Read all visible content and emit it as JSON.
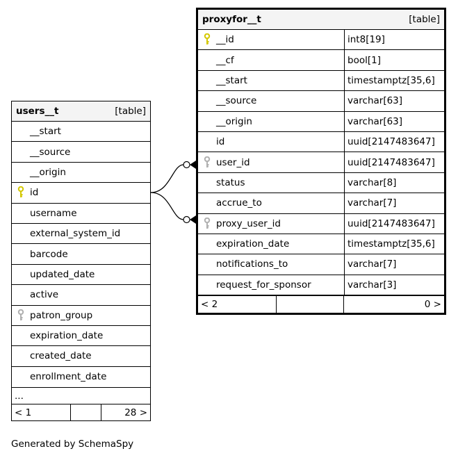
{
  "users_table": {
    "name": "users__t",
    "type": "[table]",
    "columns": [
      {
        "name": "__start",
        "key": ""
      },
      {
        "name": "__source",
        "key": ""
      },
      {
        "name": "__origin",
        "key": ""
      },
      {
        "name": "id",
        "key": "primary"
      },
      {
        "name": "username",
        "key": ""
      },
      {
        "name": "external_system_id",
        "key": ""
      },
      {
        "name": "barcode",
        "key": ""
      },
      {
        "name": "updated_date",
        "key": ""
      },
      {
        "name": "active",
        "key": ""
      },
      {
        "name": "patron_group",
        "key": "foreign"
      },
      {
        "name": "expiration_date",
        "key": ""
      },
      {
        "name": "created_date",
        "key": ""
      },
      {
        "name": "enrollment_date",
        "key": ""
      }
    ],
    "more": "...",
    "footer": {
      "left": "< 1",
      "right": "28 >"
    }
  },
  "proxy_table": {
    "name": "proxyfor__t",
    "type": "[table]",
    "columns": [
      {
        "name": "__id",
        "type": "int8[19]",
        "key": "primary"
      },
      {
        "name": "__cf",
        "type": "bool[1]",
        "key": ""
      },
      {
        "name": "__start",
        "type": "timestamptz[35,6]",
        "key": ""
      },
      {
        "name": "__source",
        "type": "varchar[63]",
        "key": ""
      },
      {
        "name": "__origin",
        "type": "varchar[63]",
        "key": ""
      },
      {
        "name": "id",
        "type": "uuid[2147483647]",
        "key": ""
      },
      {
        "name": "user_id",
        "type": "uuid[2147483647]",
        "key": "foreign"
      },
      {
        "name": "status",
        "type": "varchar[8]",
        "key": ""
      },
      {
        "name": "accrue_to",
        "type": "varchar[7]",
        "key": ""
      },
      {
        "name": "proxy_user_id",
        "type": "uuid[2147483647]",
        "key": "foreign"
      },
      {
        "name": "expiration_date",
        "type": "timestamptz[35,6]",
        "key": ""
      },
      {
        "name": "notifications_to",
        "type": "varchar[7]",
        "key": ""
      },
      {
        "name": "request_for_sponsor",
        "type": "varchar[3]",
        "key": ""
      }
    ],
    "footer": {
      "left": "< 2",
      "right": "0 >"
    }
  },
  "footer_note": "Generated by SchemaSpy",
  "colors": {
    "primary_key": "#d4c800",
    "foreign_key": "#b0b0b0",
    "header_bg": "#f4f4f4"
  }
}
